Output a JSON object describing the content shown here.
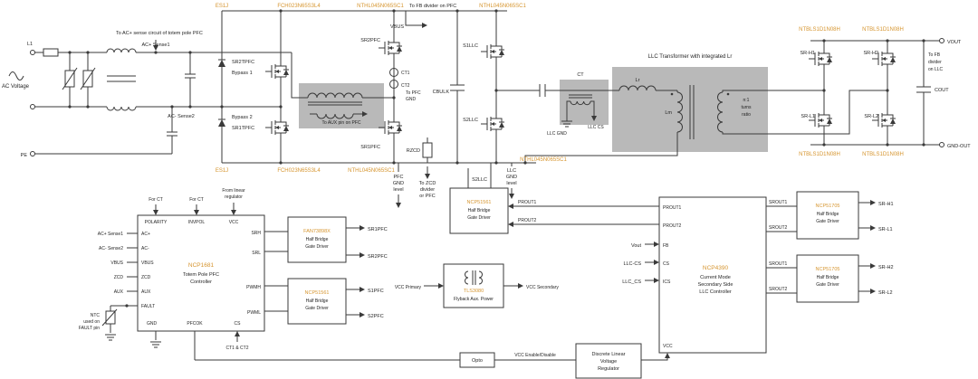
{
  "colors": {
    "part_number": "#D6952F",
    "ink": "#1F1F1F",
    "wire": "#3A3A3A",
    "highlight": "#B9B9B9"
  },
  "input": {
    "ac_voltage": "AC Voltage",
    "l1": "L1",
    "pe": "PE",
    "sense_top": "AC+ Sense1",
    "sense_bottom": "AC- Sense2",
    "top_note": "To AC+ sense circuit of totem pole PFC"
  },
  "totem_pole": {
    "es1j_top": "ES1J",
    "es1j_bottom": "ES1J",
    "fch_top": "FCH023N65S3L4",
    "fch_bottom": "FCH023N65S3L4",
    "sr2tpfc": "SR2TPFC",
    "bypass1": "Bypass 1",
    "bypass2": "Bypass 2",
    "sr1tpfc": "SR1TPFC"
  },
  "fast_leg": {
    "nthl_top": "NTHL045N065SC1",
    "nthl_bottom": "NTHL045N065SC1",
    "sr2pfc": "SR2PFC",
    "sr1pfc": "SR1PFC",
    "ct1": "CT1",
    "ct2": "CT2",
    "to_pfc_gnd_1": "To PFC",
    "to_pfc_gnd_2": "GND",
    "aux_note": "To AUX pin on PFC",
    "vbus": "VBUS",
    "fb_note": "To FB divider on PFC",
    "rzcd": "RZCD",
    "cbulk": "CBULK"
  },
  "llc": {
    "nthl_top": "NTHL045N065SC1",
    "nthl_bottom": "NTHL045N065SC1",
    "s1llc": "S1LLC",
    "s2llc": "S2LLC",
    "ct": "CT",
    "llc_gnd": "LLC GND",
    "llc_cs": "LLC CS",
    "xfmr_title": "LLC Transformer with integrated Lr",
    "lr": "Lr",
    "lm": "Lm",
    "ratio": [
      "n:1",
      "turns",
      "ratio"
    ]
  },
  "notes": {
    "pfc_gnd": [
      "PFC",
      "GND",
      "level"
    ],
    "zcd": [
      "To ZCD",
      "divider",
      "or PFC"
    ],
    "s2llc": "S2LLC",
    "llc_gnd": [
      "LLC",
      "GND",
      "level"
    ]
  },
  "output": {
    "ntbl_1": "NTBLS1D1N08H",
    "ntbl_2": "NTBLS1D1N08H",
    "ntbl_3": "NTBLS1D1N08H",
    "ntbl_4": "NTBLS1D1N08H",
    "sr_h1": "SR-H1",
    "sr_h2": "SR-H2",
    "sr_l1": "SR-L1",
    "sr_l2": "SR-L2",
    "vout": "VOUT",
    "cout": "COUT",
    "gnd_out": "GND-OUT",
    "fb": [
      "To FB",
      "divider",
      "on LLC"
    ]
  },
  "pfc_ctrl": {
    "part": "NCP1681",
    "title": [
      "Totem Pole PFC",
      "Controller"
    ],
    "pins_top": [
      "POLARITY",
      "INVPOL",
      "VCC"
    ],
    "pins_left": [
      "AC+",
      "AC-",
      "VBUS",
      "ZCD",
      "AUX",
      "FAULT"
    ],
    "pins_right": [
      "SRH",
      "SRL",
      "PWMH",
      "PWML"
    ],
    "pins_bottom": [
      "GND",
      "PFCOK",
      "CS"
    ],
    "ext": [
      "AC+ Sense1",
      "AC- Sense2",
      "VBUS",
      "ZCD",
      "AUX"
    ],
    "for_ct_1": "For CT",
    "for_ct_2": "For CT",
    "from_linear": [
      "From linear",
      "regulator"
    ],
    "ntc": [
      "NTC",
      "used on",
      "FAULT pin"
    ],
    "ct_note": "CT1 & CT2"
  },
  "drv_fan": {
    "part": "FAN73898X",
    "line1": "Half Bridge",
    "line2": "Gate Driver",
    "out1": "SR1PFC",
    "out2": "SR2PFC"
  },
  "drv_pfc": {
    "part": "NCP51561",
    "line1": "Half Bridge",
    "line2": "Gate Driver",
    "out1": "S1PFC",
    "out2": "S2PFC"
  },
  "drv_llc": {
    "part": "NCP51561",
    "line1": "Half Bridge",
    "line2": "Gate Driver",
    "out1": "PROUT1",
    "out2": "PROUT2"
  },
  "aux_psu": {
    "part": "TLS3080",
    "desc": "Flyback Aux. Power",
    "pri": "VCC Primary",
    "sec": "VCC Secondary"
  },
  "llc_ctrl": {
    "part": "NCP4390",
    "title": [
      "Current Mode",
      "Secondary Side",
      "LLC Controller"
    ],
    "pins_left": [
      "PROUT1",
      "PROUT2",
      "FB",
      "CS",
      "ICS"
    ],
    "pin_vcc": "VCC",
    "pins_right": [
      "SROUT1",
      "SROUT2",
      "SROUT1",
      "SROUT2"
    ],
    "ext": [
      "Vout",
      "LLC-CS",
      "LLC_CS"
    ]
  },
  "drv_sr1": {
    "part": "NCP51705",
    "line1": "Half Bridge",
    "line2": "Gate Driver",
    "out1": "SR-H1",
    "out2": "SR-L1"
  },
  "drv_sr2": {
    "part": "NCP51705",
    "line1": "Half Bridge",
    "line2": "Gate Driver",
    "out1": "SR-H2",
    "out2": "SR-L2"
  },
  "chain": {
    "opto": "Opto",
    "vcc_en": "VCC Enable/Disable",
    "lvr": [
      "Discrete Linear",
      "Voltage",
      "Regulator"
    ]
  }
}
